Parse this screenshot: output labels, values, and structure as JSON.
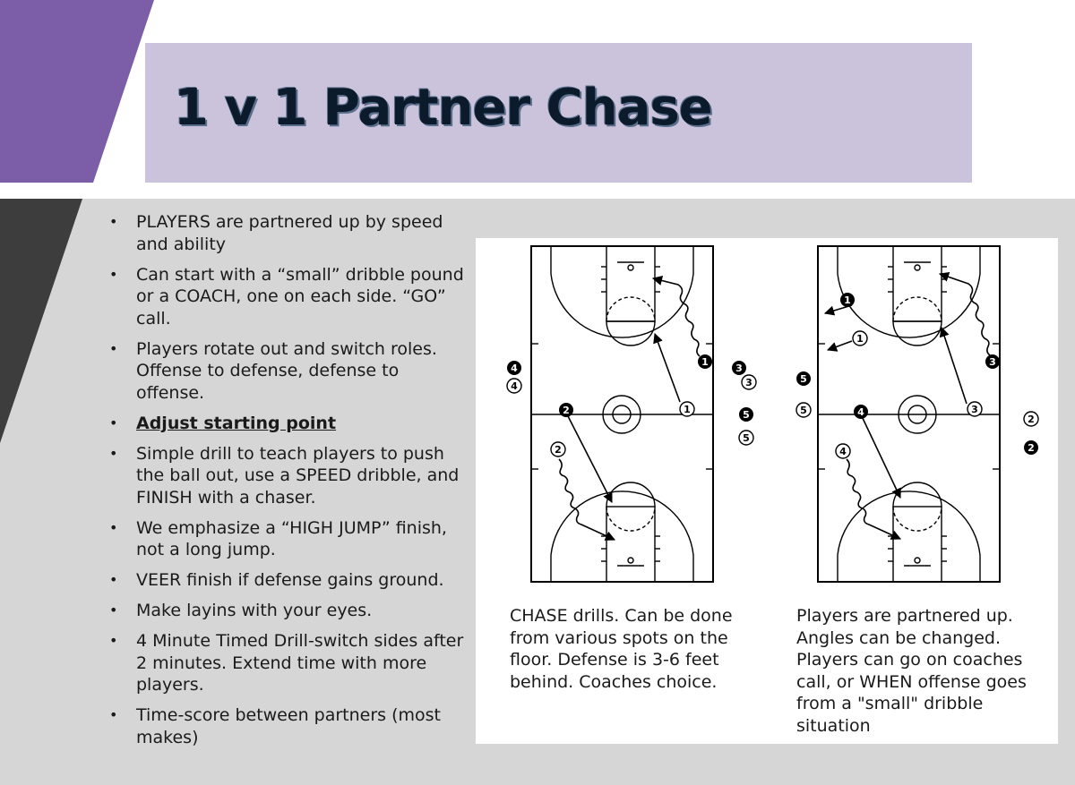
{
  "title": "1 v 1 Partner Chase",
  "bullets": [
    "PLAYERS are partnered up by speed and ability",
    "Can start with a “small” dribble pound or a COACH, one on each side.  “GO” call.",
    "Players rotate out and switch roles. Offense to defense, defense to offense.",
    "Adjust starting point",
    "Simple drill to teach players to push the ball out, use a SPEED dribble, and FINISH with a chaser.",
    "We emphasize a “HIGH JUMP” finish, not a long jump.",
    "VEER finish if defense gains ground.",
    "Make layins with your eyes.",
    "4 Minute Timed Drill-switch sides after 2 minutes. Extend time with more players.",
    "Time-score between partners (most makes)"
  ],
  "bullet_symbol": "•",
  "captions": {
    "left": "CHASE drills. Can be done from various spots on the floor. Defense is 3-6 feet behind. Coaches choice.",
    "right": "Players are partnered up. Angles can be changed. Players can go on coaches call, or WHEN offense goes from a \"small\" dribble situation"
  },
  "player_numbers": [
    "1",
    "2",
    "3",
    "4",
    "5"
  ],
  "colors": {
    "purple": "#7b5ea7",
    "title_box": "#cbc2dc",
    "dark_bar": "#3d3d3d",
    "gray_bg": "#d6d6d6"
  }
}
